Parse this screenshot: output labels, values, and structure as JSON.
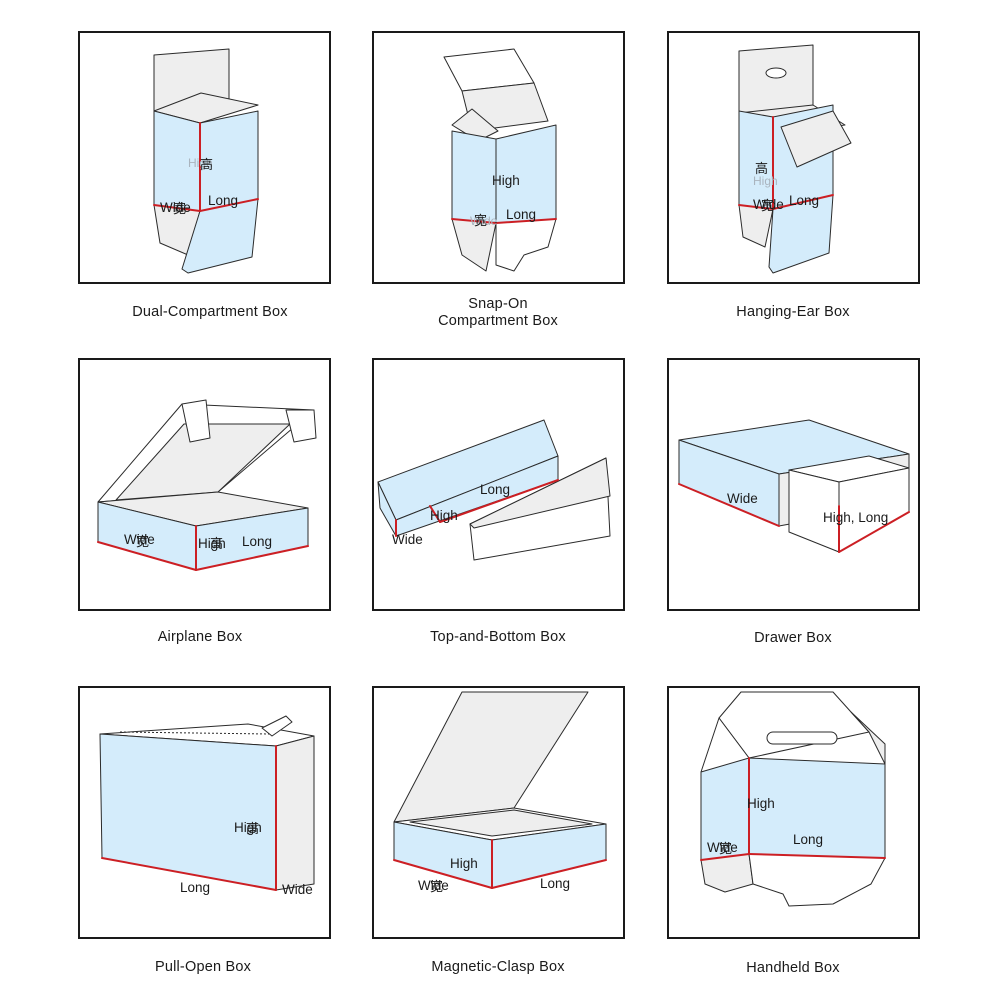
{
  "colors": {
    "face": "#d4ecfb",
    "inner": "#eeeeee",
    "dimension_edge": "#cc1f24",
    "outline": "#2b2b2b"
  },
  "boxes": [
    {
      "caption": "Dual-Compartment Box",
      "labels": {
        "high": "High",
        "wide": "Wide",
        "long": "Long",
        "cjk_high": "高",
        "cjk_wide": "宽"
      }
    },
    {
      "caption_line1": "Snap-On",
      "caption_line2": "Compartment Box",
      "labels": {
        "high": "High",
        "wide": "Wide",
        "long": "Long",
        "cjk_wide": "宽"
      }
    },
    {
      "caption": "Hanging-Ear Box",
      "labels": {
        "high": "High",
        "wide": "Wide",
        "long": "Long",
        "cjk_high": "高",
        "cjk_wide": "宽"
      }
    },
    {
      "caption": "Airplane Box",
      "labels": {
        "high": "High",
        "wide": "Wide",
        "long": "Long",
        "cjk_wide": "宽",
        "cjk_high": "高"
      }
    },
    {
      "caption": "Top-and-Bottom Box",
      "labels": {
        "high": "High",
        "wide": "Wide",
        "long": "Long"
      }
    },
    {
      "caption": "Drawer Box",
      "labels": {
        "wide": "Wide",
        "high_long": "High, Long"
      }
    },
    {
      "caption": "Pull-Open Box",
      "labels": {
        "high": "High",
        "wide": "Wide",
        "long": "Long",
        "cjk_high": "高"
      }
    },
    {
      "caption": "Magnetic-Clasp Box",
      "labels": {
        "high": "High",
        "wide": "Wide",
        "long": "Long",
        "cjk_wide": "宽"
      }
    },
    {
      "caption": "Handheld Box",
      "labels": {
        "high": "High",
        "wide": "Wide",
        "long": "Long",
        "cjk_wide": "宽"
      }
    }
  ]
}
